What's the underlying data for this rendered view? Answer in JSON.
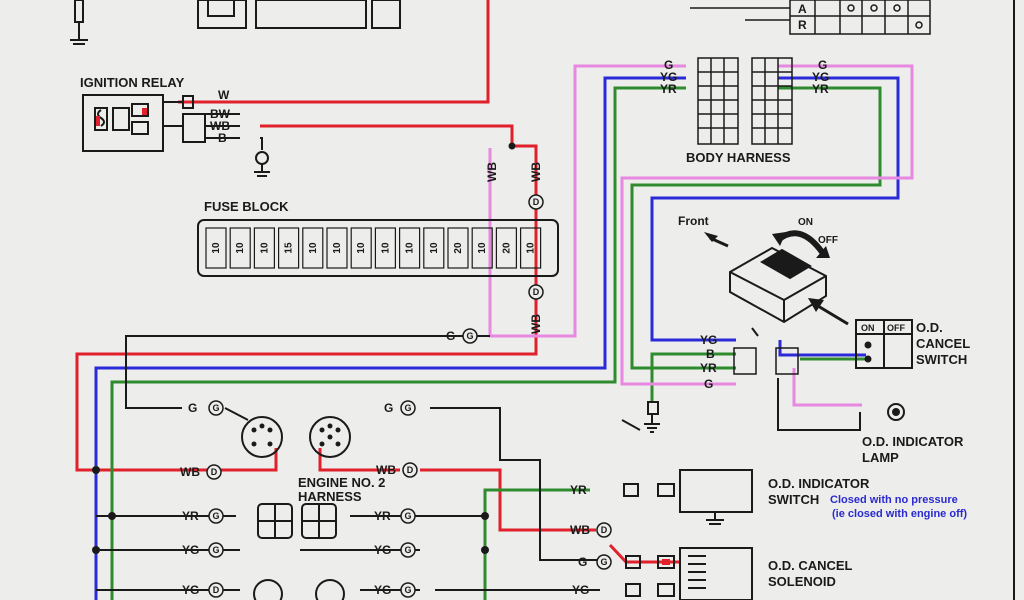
{
  "labels": {
    "ignition_relay": "IGNITION RELAY",
    "fuse_block": "FUSE BLOCK",
    "body_harness": "BODY HARNESS",
    "front": "Front",
    "on": "ON",
    "off": "OFF",
    "od_cancel_switch": [
      "O.D.",
      "CANCEL",
      "SWITCH"
    ],
    "od_indicator_lamp": [
      "O.D. INDICATOR",
      "LAMP"
    ],
    "engine_harness": [
      "ENGINE NO. 2",
      "HARNESS"
    ],
    "od_indicator_switch": [
      "O.D. INDICATOR",
      "SWITCH"
    ],
    "od_cancel_solenoid": [
      "O.D. CANCEL",
      "SOLENOID"
    ],
    "note": [
      "Closed with no pressure",
      "(ie closed with engine off)"
    ],
    "table_a": "A",
    "table_r": "R",
    "switch_on": "ON",
    "switch_off": "OFF"
  },
  "wires": {
    "w": "W",
    "bw": "BW",
    "wb": "WB",
    "b": "B",
    "g": "G",
    "yg": "YG",
    "yr": "YR"
  },
  "fuses": [
    "10",
    "10",
    "10",
    "15",
    "10",
    "10",
    "10",
    "10",
    "10",
    "10",
    "20",
    "10",
    "20",
    "10"
  ],
  "colors": {
    "red": "#e0202a",
    "blue": "#2a2ad8",
    "green": "#2e8b2e",
    "pink": "#e888e0",
    "black": "#1a1a1a",
    "note_blue": "#2a2ad0"
  }
}
